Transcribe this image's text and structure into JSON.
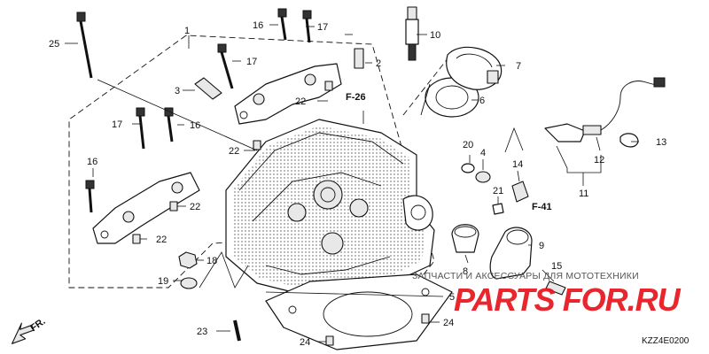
{
  "callouts": {
    "c1": "1",
    "c2": "2",
    "c3": "3",
    "c4": "4",
    "c5": "5",
    "c6": "6",
    "c7": "7",
    "c8": "8",
    "c9": "9",
    "c10": "10",
    "c11": "11",
    "c12": "12",
    "c13": "13",
    "c14": "14",
    "c15": "15",
    "c16": "16",
    "c17": "17",
    "c18": "18",
    "c19": "19",
    "c20": "20",
    "c21": "21",
    "c22": "22",
    "c23": "23",
    "c24": "24",
    "c25": "25"
  },
  "refs": {
    "f26": "F-26",
    "f41": "F-41"
  },
  "front_label": "FR.",
  "watermark": {
    "caption": "ЗАПЧАСТИ И АКСЕССУАРЫ ДЛЯ МОТОТЕХНИКИ",
    "logo": "PARTS FOR.RU"
  },
  "diagram_code": "KZZ4E0200",
  "colors": {
    "watermark": "#e8141c",
    "line": "#111111"
  }
}
